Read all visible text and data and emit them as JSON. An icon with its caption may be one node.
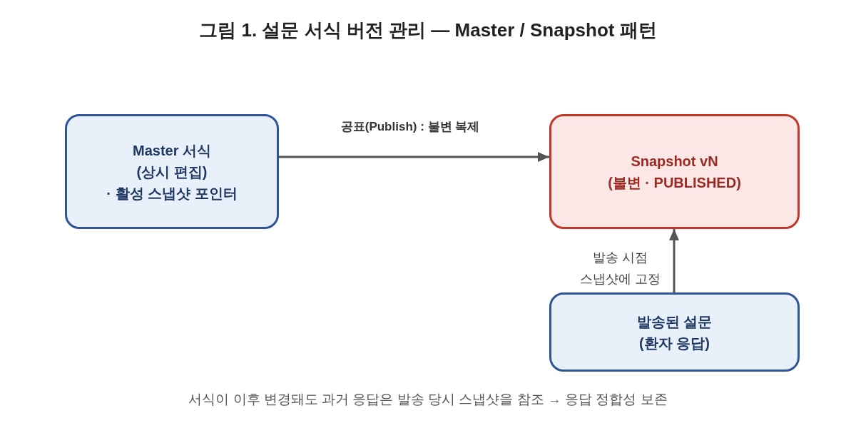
{
  "diagram": {
    "title": "그림 1. 설문 서식 버전 관리 — Master / Snapshot 패턴",
    "caption": "서식이 이후 변경돼도 과거 응답은 발송 당시 스냅샷을 참조 → 응답 정합성 보존",
    "nodes": [
      {
        "text": [
          "Master 서식",
          "(상시 편집)",
          "· 활성 스냅샷 포인터"
        ]
      },
      {
        "text": [
          "Snapshot vN",
          "(불변 · PUBLISHED)"
        ]
      },
      {
        "text": [
          "발송된 설문",
          "(환자 응답)"
        ]
      }
    ],
    "edges": [
      {
        "from": 0,
        "to": 1,
        "arrow": "to",
        "label": "공표(Publish) : 불변 복제"
      },
      {
        "from": 2,
        "to": 1,
        "arrow": "to",
        "label": "발송 시점 스냅샷에 고정"
      }
    ]
  }
}
